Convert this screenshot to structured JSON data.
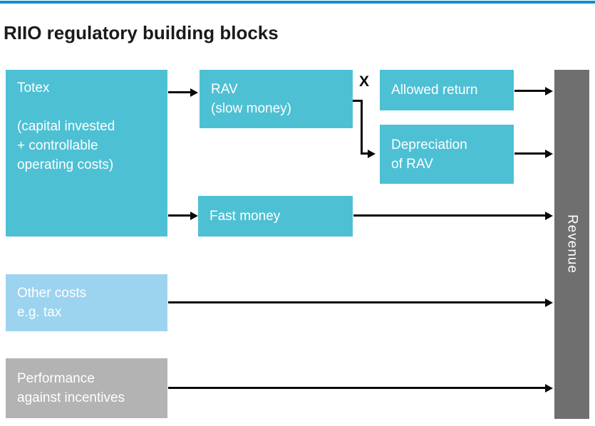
{
  "header": {
    "title": "RIIO regulatory building blocks"
  },
  "colors": {
    "top_rule": "#0e90cc",
    "teal_box": "#4ec0d4",
    "light_blue_box": "#9cd4ef",
    "gray_box": "#b3b3b3",
    "revenue_bar": "#6f6f6f",
    "arrow": "#0a0a0a",
    "box_text": "#ffffff",
    "title_text": "#1a1a1a"
  },
  "diagram": {
    "totex": {
      "label": "Totex\n\n(capital invested\n+ controllable\noperating costs)"
    },
    "rav": {
      "label": "RAV\n(slow money)"
    },
    "allowed_return": {
      "label": "Allowed return"
    },
    "depreciation": {
      "label": "Depreciation\nof RAV"
    },
    "fast_money": {
      "label": "Fast money"
    },
    "other_costs": {
      "label": "Other costs\ne.g. tax"
    },
    "performance": {
      "label": "Performance\nagainst incentives"
    },
    "revenue": {
      "label": "Revenue"
    },
    "multiply_symbol": "X"
  }
}
